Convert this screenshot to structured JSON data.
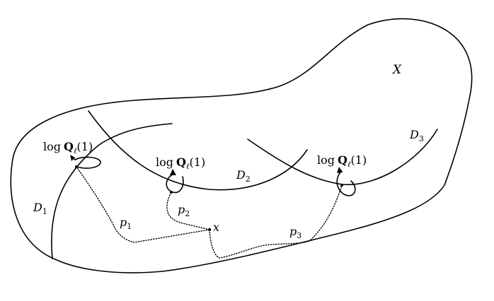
{
  "space": {
    "name": "X"
  },
  "divisors": [
    {
      "base": "D",
      "index": "1"
    },
    {
      "base": "D",
      "index": "2"
    },
    {
      "base": "D",
      "index": "3"
    }
  ],
  "paths": [
    {
      "base": "p",
      "index": "1"
    },
    {
      "base": "p",
      "index": "2"
    },
    {
      "base": "p",
      "index": "3"
    }
  ],
  "basepoint": {
    "name": "x"
  },
  "loops": [
    {
      "prefix": "log",
      "field": "Q",
      "field_sub": "ℓ",
      "arg": "(1)"
    },
    {
      "prefix": "log",
      "field": "Q",
      "field_sub": "ℓ",
      "arg": "(1)"
    },
    {
      "prefix": "log",
      "field": "Q",
      "field_sub": "ℓ",
      "arg": "(1)"
    }
  ]
}
